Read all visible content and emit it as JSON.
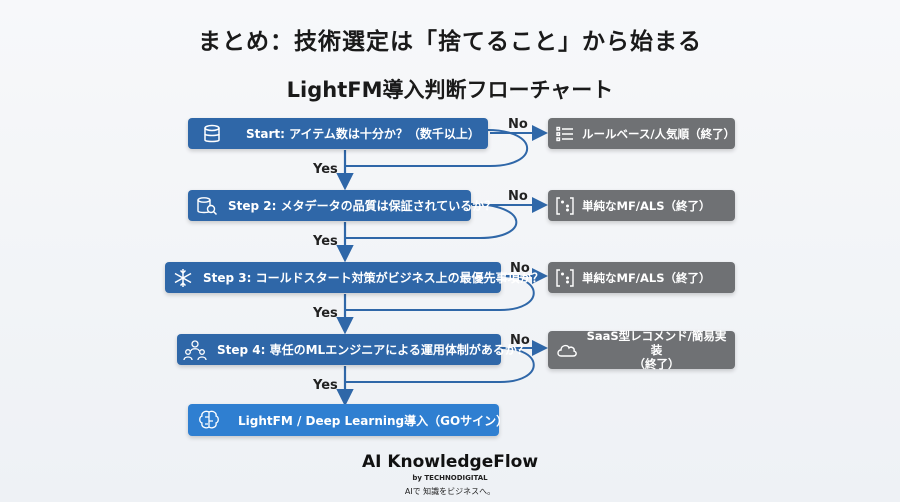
{
  "main_title": "まとめ：技術選定は「捨てること」から始まる",
  "flow_title": "LightFM導入判断フローチャート",
  "steps": [
    {
      "label": "Start: アイテム数は十分か？（数千以上）",
      "icon": "database-icon"
    },
    {
      "label": "Step 2: メタデータの品質は保証されているか？",
      "icon": "database-search-icon"
    },
    {
      "label": "Step 3: コールドスタート対策がビジネス上の最優先事項か？",
      "icon": "snowflake-icon"
    },
    {
      "label": "Step 4: 専任のMLエンジニアによる運用体制があるか？",
      "icon": "team-gear-icon"
    }
  ],
  "final": {
    "label": "LightFM / Deep Learning導入（GOサイン）",
    "icon": "brain-icon"
  },
  "outcomes": [
    {
      "label": "ルールベース/人気順（終了）",
      "icon": "list-icon"
    },
    {
      "label": "単純なMF/ALS（終了）",
      "icon": "matrix-icon"
    },
    {
      "label": "単純なMF/ALS（終了）",
      "icon": "matrix-icon"
    },
    {
      "label_line1": "SaaS型レコメンド/簡易実装",
      "label_line2": "（終了）",
      "icon": "cloud-icon"
    }
  ],
  "yes_label": "Yes",
  "no_label": "No",
  "footer": {
    "brand": "AI KnowledgeFlow",
    "by": "by TECHNODIGITAL",
    "tagline": "AIで 知識をビジネスへ。"
  },
  "colors": {
    "step_blue": "#2f67a8",
    "final_blue": "#2f7fd1",
    "outcome_gray": "#6f7174",
    "arrow": "#2f67a8"
  }
}
